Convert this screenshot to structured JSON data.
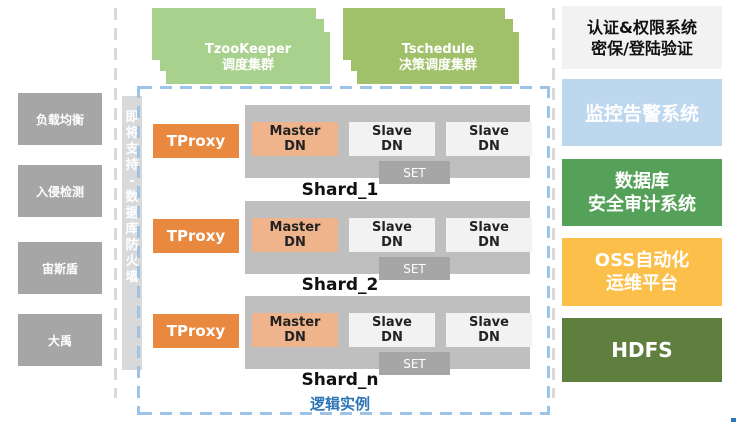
{
  "left_services": [
    {
      "label": "负载均衡"
    },
    {
      "label": "入侵检测"
    },
    {
      "label": "宙斯盾"
    },
    {
      "label": "大禹"
    }
  ],
  "firewall_banner": {
    "chars": [
      "即",
      "将",
      "支",
      "持",
      "-",
      "数",
      "据",
      "库",
      "防",
      "火",
      "墙"
    ]
  },
  "clusters": [
    {
      "line1": "TzooKeeper",
      "line2": "调度集群",
      "color": "#a9d18e"
    },
    {
      "line1": "Tschedule",
      "line2": "决策调度集群",
      "color": "#8fb84e"
    }
  ],
  "shards": [
    {
      "proxy": "TProxy",
      "master": [
        "Master",
        "DN"
      ],
      "slaves": [
        [
          "Slave",
          "DN"
        ],
        [
          "Slave",
          "DN"
        ]
      ],
      "set": "SET",
      "name": "Shard_1"
    },
    {
      "proxy": "TProxy",
      "master": [
        "Master",
        "DN"
      ],
      "slaves": [
        [
          "Slave",
          "DN"
        ],
        [
          "Slave",
          "DN"
        ]
      ],
      "set": "SET",
      "name": "Shard_2"
    },
    {
      "proxy": "TProxy",
      "master": [
        "Master",
        "DN"
      ],
      "slaves": [
        [
          "Slave",
          "DN"
        ],
        [
          "Slave",
          "DN"
        ]
      ],
      "set": "SET",
      "name": "Shard_n"
    }
  ],
  "logical_instance_label": "逻辑实例",
  "right_systems": [
    {
      "lines": [
        "认证&权限系统",
        "密保/登陆验证"
      ],
      "bg": "#f2f2f2",
      "fg": "#111111"
    },
    {
      "lines": [
        "监控告警系统"
      ],
      "bg": "#bdd7ee",
      "fg": "#ffffff"
    },
    {
      "lines": [
        "数据库",
        "安全审计系统"
      ],
      "bg": "#56a15a",
      "fg": "#ffffff"
    },
    {
      "lines": [
        "OSS自动化",
        "运维平台"
      ],
      "bg": "#fbbf4a",
      "fg": "#ffffff"
    },
    {
      "lines": [
        "HDFS"
      ],
      "bg": "#5f7f3f",
      "fg": "#ffffff"
    }
  ]
}
